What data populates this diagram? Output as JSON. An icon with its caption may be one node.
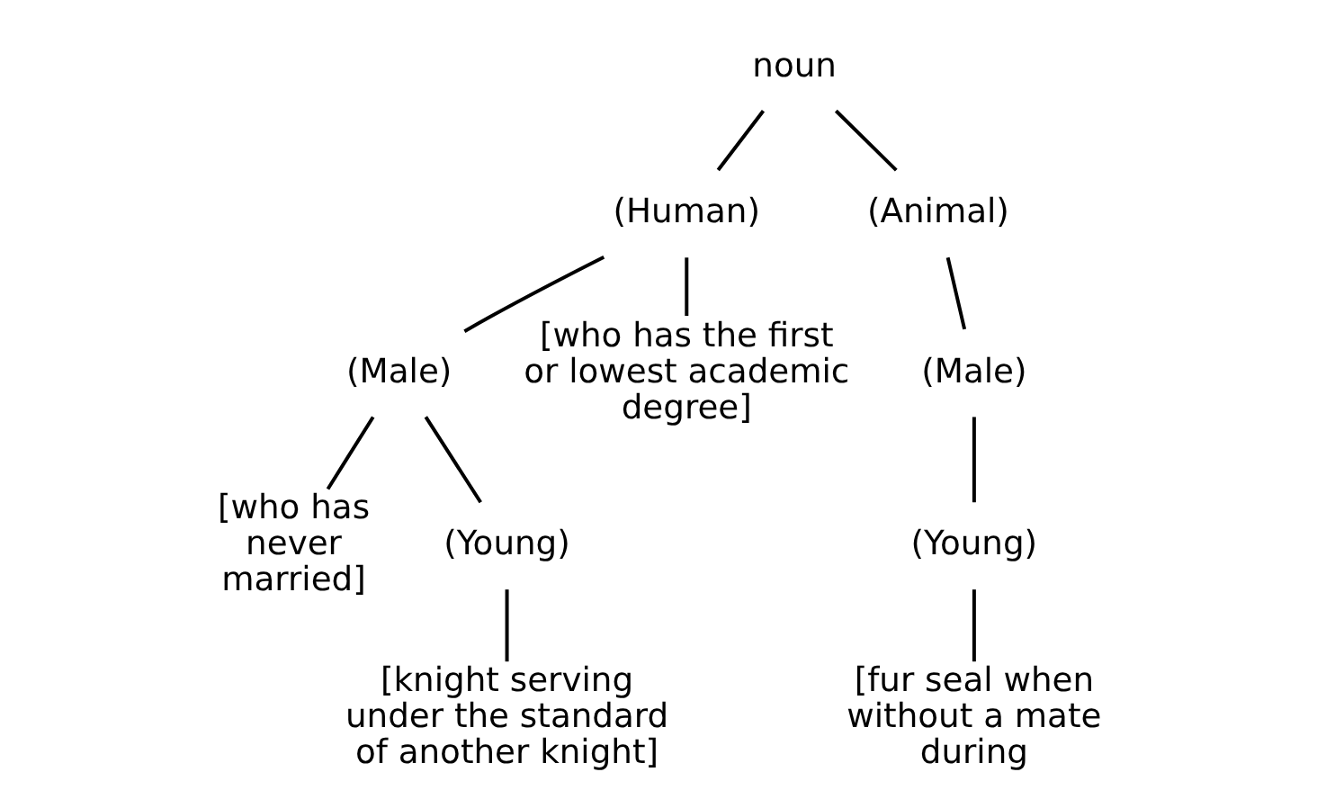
{
  "diagram": {
    "nodes": [
      {
        "text": [
          "noun"
        ]
      },
      {
        "text": [
          "(Human)"
        ]
      },
      {
        "text": [
          "(Animal)"
        ]
      },
      {
        "text": [
          "(Male)"
        ]
      },
      {
        "text": [
          "[who has the first or lowest academic degree]"
        ]
      },
      {
        "text": [
          "(Male)"
        ]
      },
      {
        "text": [
          "[who has never married]"
        ]
      },
      {
        "text": [
          "(Young)"
        ]
      },
      {
        "text": [
          "[knight serving under the standard of another knight]"
        ]
      },
      {
        "text": [
          "(Young)"
        ]
      },
      {
        "text": [
          "[fur seal when without a mate during"
        ]
      }
    ],
    "edges": [
      {
        "from": 0,
        "to": 1,
        "arrow": "none"
      },
      {
        "from": 0,
        "to": 2,
        "arrow": "none"
      },
      {
        "from": 1,
        "to": 3,
        "arrow": "none"
      },
      {
        "from": 1,
        "to": 4,
        "arrow": "none"
      },
      {
        "from": 2,
        "to": 5,
        "arrow": "none"
      },
      {
        "from": 3,
        "to": 6,
        "arrow": "none"
      },
      {
        "from": 3,
        "to": 7,
        "arrow": "none"
      },
      {
        "from": 7,
        "to": 8,
        "arrow": "none"
      },
      {
        "from": 5,
        "to": 9,
        "arrow": "none"
      },
      {
        "from": 9,
        "to": 10,
        "arrow": "none"
      }
    ]
  }
}
